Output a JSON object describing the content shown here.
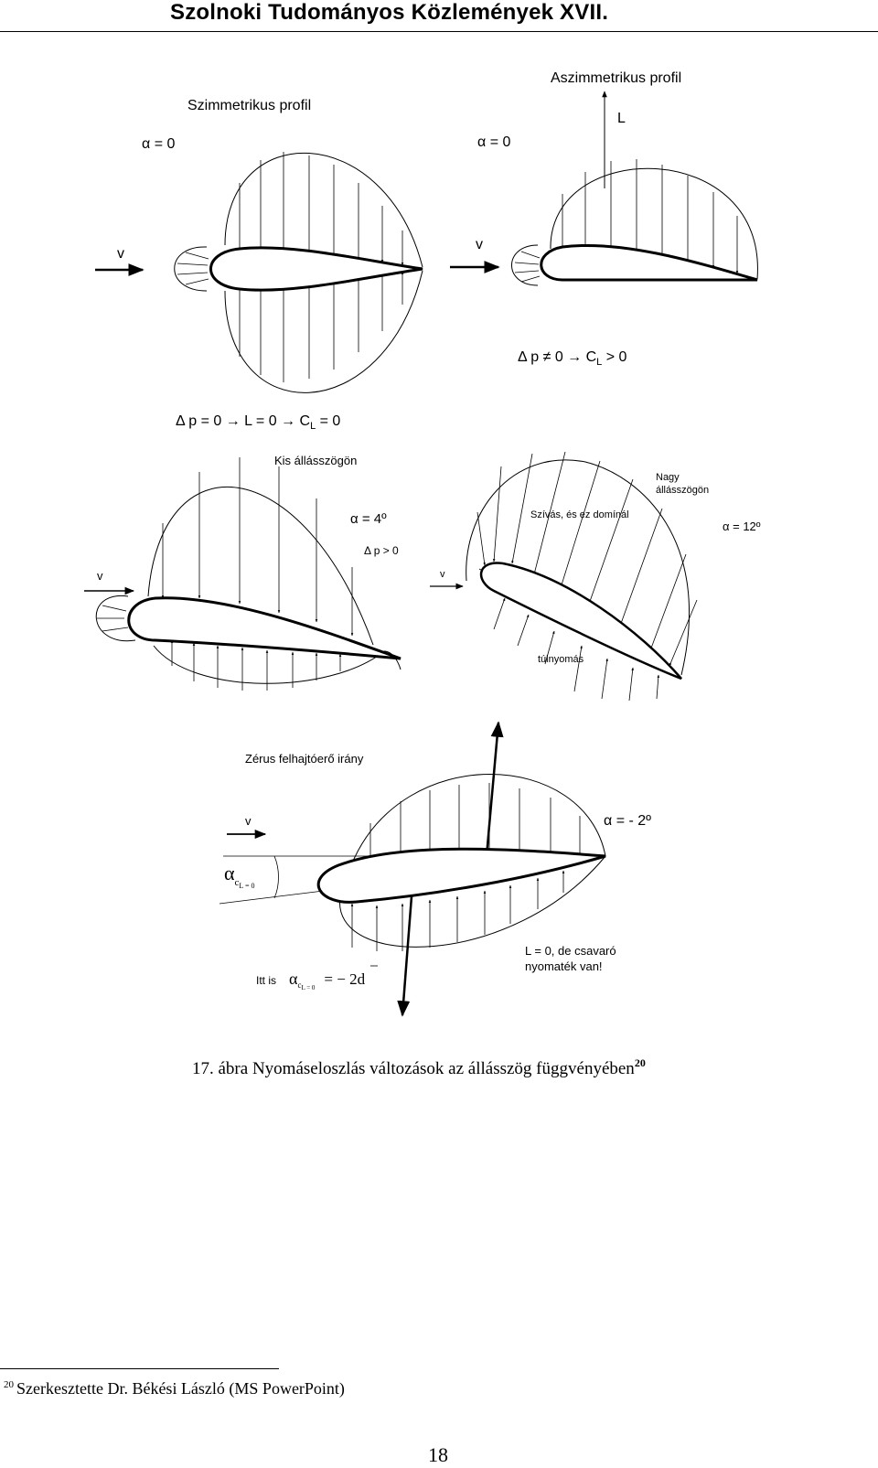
{
  "header": {
    "title": "Szolnoki Tudományos Közlemények XVII."
  },
  "figure": {
    "panel_symmetric": {
      "title": "Szimmetrikus profil",
      "alpha": "α = 0",
      "velocity": "v",
      "result": "Δ p = 0 → L = 0 → C",
      "result_sub": "L",
      "result_tail": " = 0"
    },
    "panel_asymmetric": {
      "title": "Aszimmetrikus profil",
      "alpha": "α = 0",
      "lift": "L",
      "velocity": "v",
      "result": "Δ p ≠ 0 → C",
      "result_sub": "L",
      "result_tail": " > 0"
    },
    "panel_small_angle": {
      "title": "Kis állásszögön",
      "alpha": "α = 4º",
      "dp": "Δ p > 0",
      "velocity": "v"
    },
    "panel_large_angle": {
      "title_line1": "Nagy",
      "title_line2": "állásszögön",
      "suction": "Szívás, és ez domínál",
      "alpha": "α = 12º",
      "velocity": "v",
      "overpressure": "túlnyomás"
    },
    "panel_zero_lift": {
      "title": "Zérus felhajtóerő irány",
      "velocity": "v",
      "alpha": "α = - 2º",
      "alpha_symbol": "α",
      "alpha_sub": "c",
      "alpha_subsub": "L = 0",
      "note_line1": "L = 0, de csavaró",
      "note_line2": "nyomaték van!",
      "also_here": "Itt is",
      "also_alpha": "α",
      "also_sub": "c",
      "also_subsub": "L = 0",
      "also_eq": "= − 2",
      "also_d": "d"
    }
  },
  "caption": {
    "text": "17. ábra Nyomáseloszlás változások az állásszög függvényében",
    "ref": "20"
  },
  "footnote": {
    "number": "20",
    "text": "Szerkesztette Dr. Békési László (MS PowerPoint)"
  },
  "page_number": "18"
}
